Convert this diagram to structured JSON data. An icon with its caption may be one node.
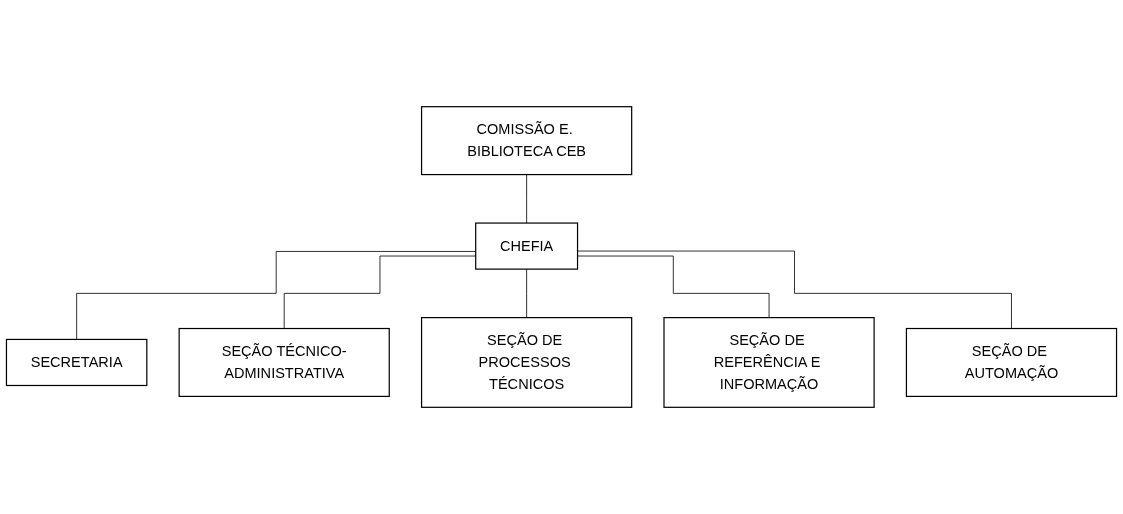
{
  "diagram": {
    "nodes": [
      {
        "text": [
          "COMISSÃO E. BIBLIOTECA CEB"
        ]
      },
      {
        "text": [
          "CHEFIA"
        ]
      },
      {
        "text": [
          "SECRETARIA"
        ]
      },
      {
        "text": [
          "SEÇÃO TÉCNICO-ADMINISTRATIVA"
        ]
      },
      {
        "text": [
          "SEÇÃO DE PROCESSOS TÉCNICOS"
        ]
      },
      {
        "text": [
          "SEÇÃO DE REFERÊNCIA E INFORMAÇÃO"
        ]
      },
      {
        "text": [
          "SEÇÃO DE AUTOMAÇÃO"
        ]
      }
    ],
    "edges": [
      {
        "from": 0,
        "to": 1,
        "arrow": "none"
      },
      {
        "from": 1,
        "to": 2,
        "arrow": "none"
      },
      {
        "from": 1,
        "to": 3,
        "arrow": "none"
      },
      {
        "from": 1,
        "to": 4,
        "arrow": "none"
      },
      {
        "from": 1,
        "to": 5,
        "arrow": "none"
      },
      {
        "from": 1,
        "to": 6,
        "arrow": "none"
      }
    ]
  }
}
